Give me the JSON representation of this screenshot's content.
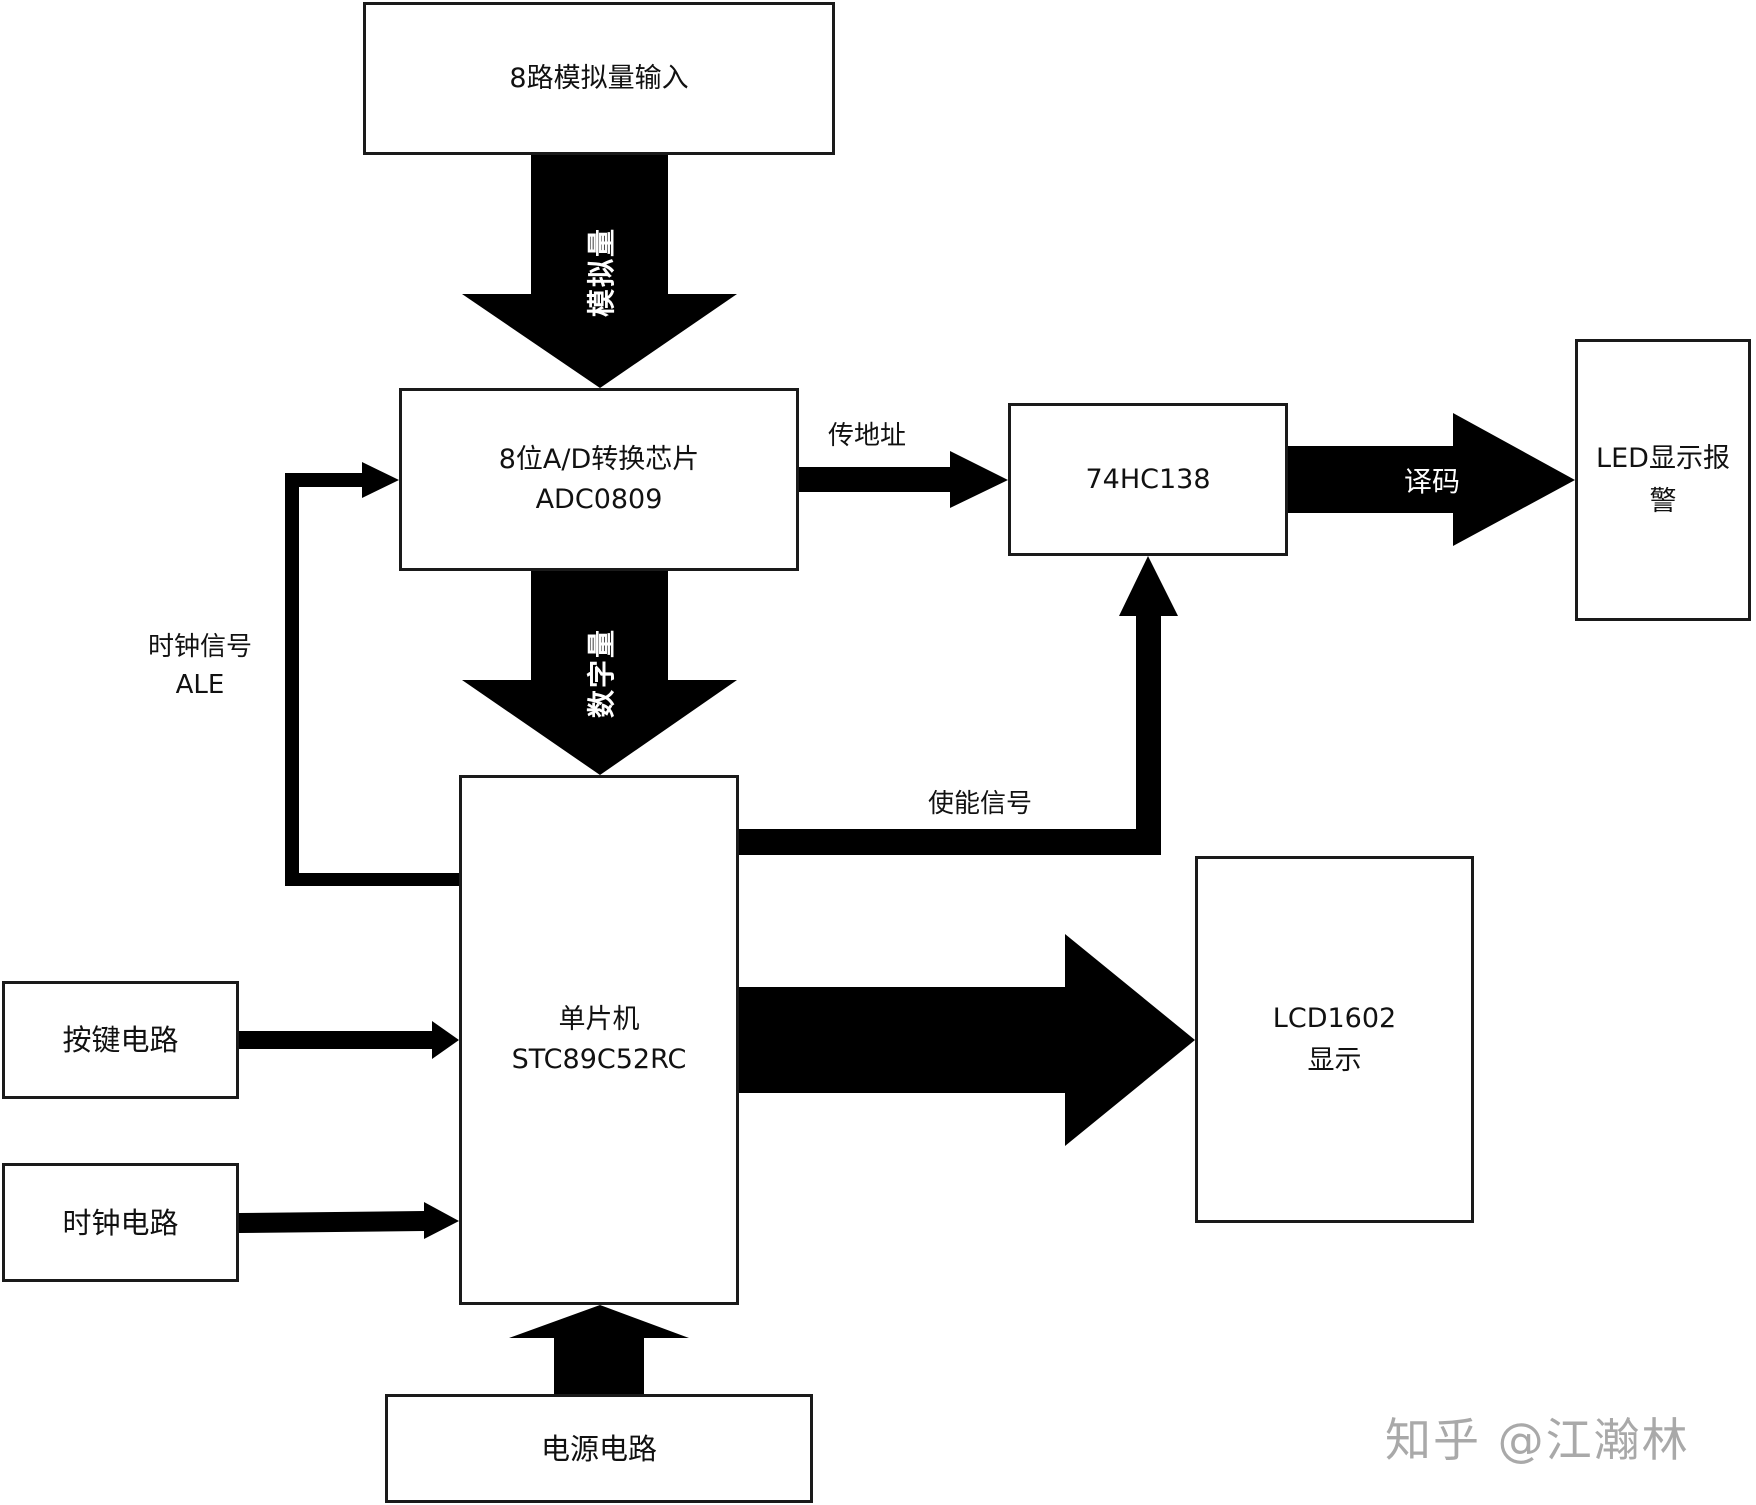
{
  "blocks": {
    "analog_input": {
      "line1": "8路模拟量输入"
    },
    "adc": {
      "line1": "8位A/D转换芯片",
      "line2": "ADC0809"
    },
    "decoder": {
      "line1": "74HC138"
    },
    "led": {
      "line1": "LED显示报",
      "line2": "警"
    },
    "mcu": {
      "line1": "单片机",
      "line2": "STC89C52RC"
    },
    "lcd": {
      "line1": "LCD1602",
      "line2": "显示"
    },
    "keypad": {
      "line1": "按键电路"
    },
    "clock": {
      "line1": "时钟电路"
    },
    "power": {
      "line1": "电源电路"
    }
  },
  "connections": {
    "analog": {
      "label": "模拟量",
      "from": "analog_input",
      "to": "adc"
    },
    "digital": {
      "label": "数字量",
      "from": "adc",
      "to": "mcu"
    },
    "address": {
      "label": "传地址",
      "from": "adc",
      "to": "decoder"
    },
    "decode": {
      "label": "译码",
      "from": "decoder",
      "to": "led"
    },
    "clock_signal": {
      "label_line1": "时钟信号",
      "label_line2": "ALE",
      "from": "mcu",
      "to": "adc"
    },
    "enable": {
      "label": "使能信号",
      "from": "mcu",
      "to": "decoder"
    },
    "display": {
      "from": "mcu",
      "to": "lcd"
    },
    "keys": {
      "from": "keypad",
      "to": "mcu"
    },
    "clk": {
      "from": "clock",
      "to": "mcu"
    },
    "pwr": {
      "from": "power",
      "to": "mcu"
    }
  },
  "watermark": "知乎 @江瀚林",
  "colors": {
    "line": "#000000",
    "box_border": "#1a1a1a",
    "watermark": "#a9a9a9"
  }
}
